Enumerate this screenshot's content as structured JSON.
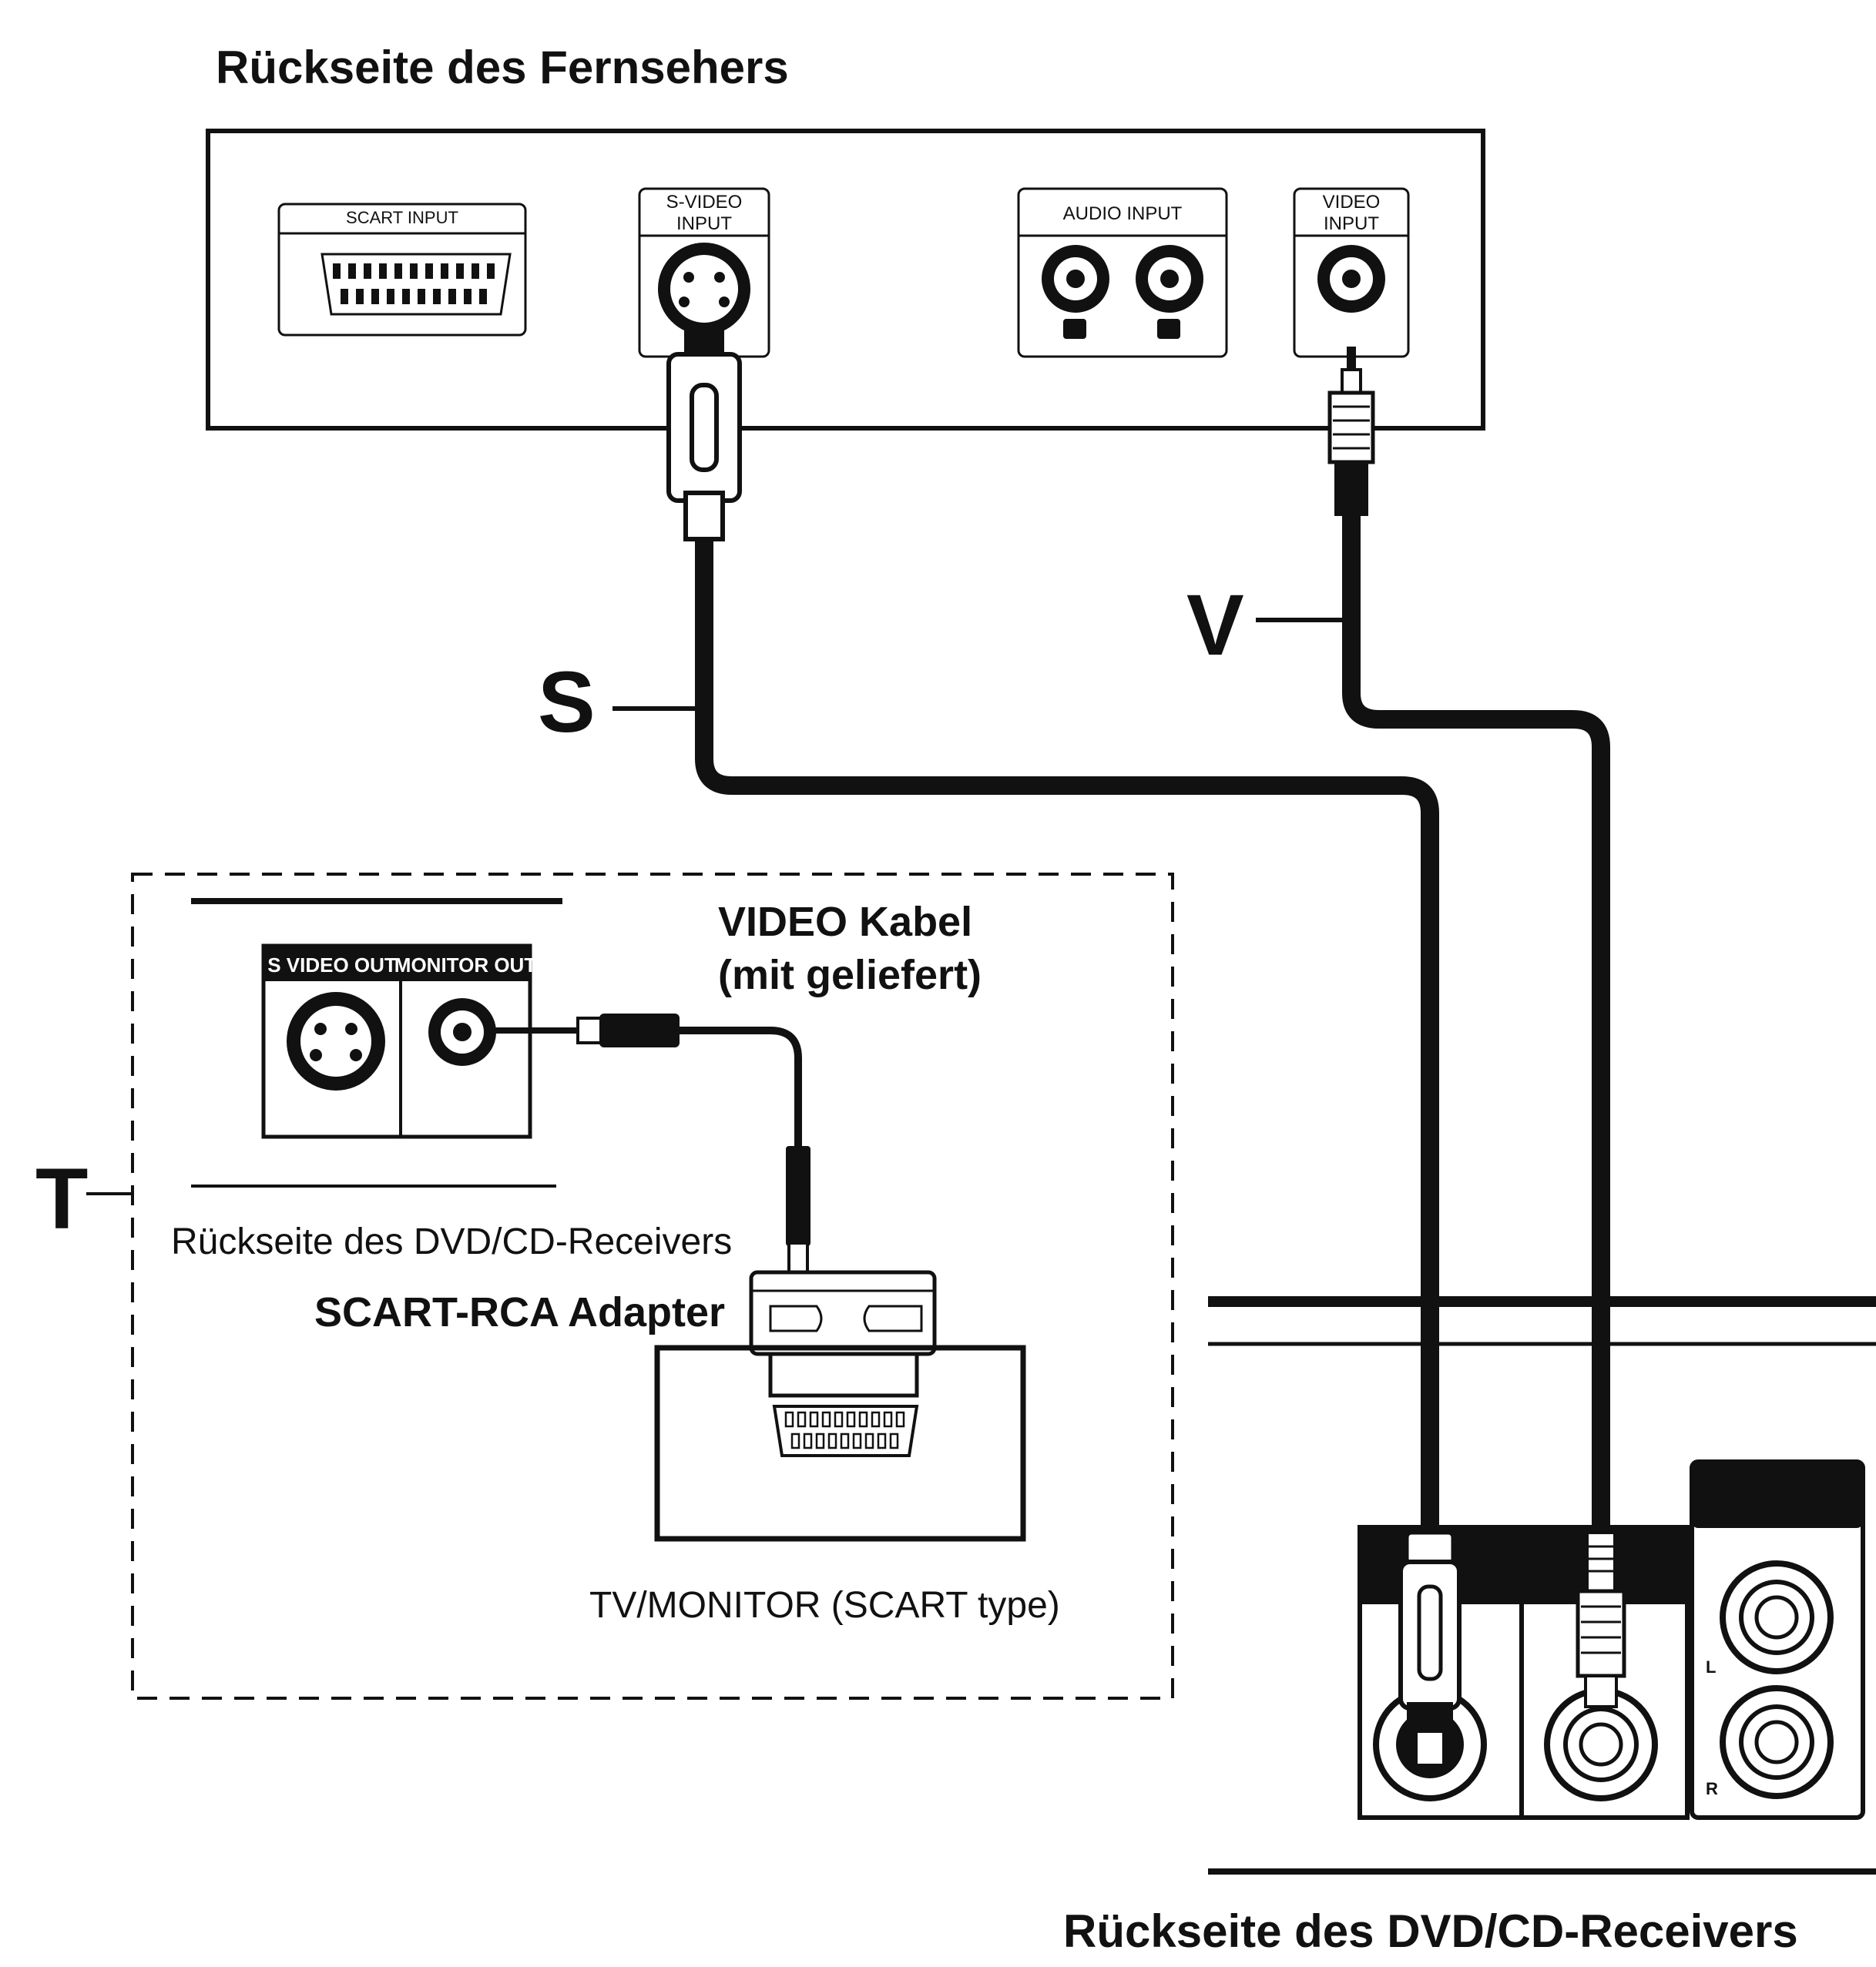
{
  "tv": {
    "title": "Rückseite des Fernsehers",
    "scart_input": "SCART INPUT",
    "svideo_input_line1": "S-VIDEO",
    "svideo_input_line2": "INPUT",
    "audio_input": "AUDIO INPUT",
    "video_input_line1": "VIDEO",
    "video_input_line2": "INPUT"
  },
  "connections": {
    "s_label": "S",
    "v_label": "V",
    "t_label": "T"
  },
  "inset": {
    "svideo_out": "S VIDEO OUT",
    "monitor_out": "MONITOR OUT",
    "cable_line1": "VIDEO Kabel",
    "cable_line2": "(mit geliefert)",
    "receiver_caption": "Rückseite des DVD/CD-Receivers",
    "adapter_label": "SCART-RCA Adapter",
    "tv_monitor_caption": "TV/MONITOR (SCART type)"
  },
  "receiver": {
    "title": "Rückseite des DVD/CD-Receivers",
    "aux_l": "L",
    "aux_r": "R"
  },
  "colors": {
    "ink": "#111111",
    "paper": "#ffffff"
  }
}
